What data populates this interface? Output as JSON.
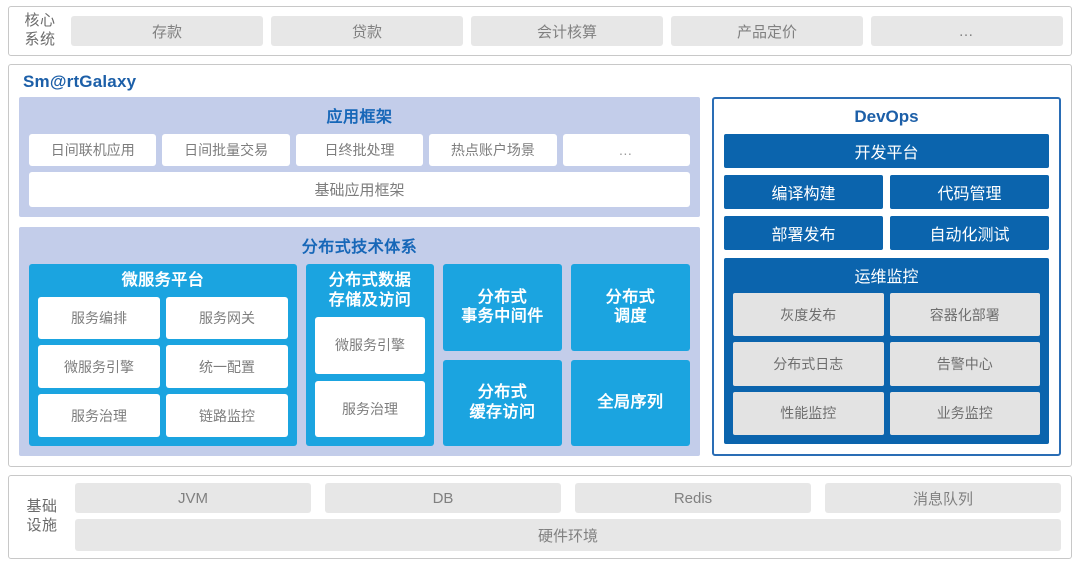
{
  "core_system": {
    "label": "核心\n系统",
    "label_line1": "核心",
    "label_line2": "系统",
    "items": [
      "存款",
      "贷款",
      "会计核算",
      "产品定价",
      "…"
    ]
  },
  "galaxy": {
    "title": "Sm@rtGalaxy",
    "app_framework": {
      "title": "应用框架",
      "items": [
        "日间联机应用",
        "日间批量交易",
        "日终批处理",
        "热点账户场景",
        "…"
      ],
      "base": "基础应用框架"
    },
    "dist_tech": {
      "title": "分布式技术体系",
      "microservice_platform": {
        "title": "微服务平台",
        "items": [
          "服务编排",
          "服务网关",
          "微服务引擎",
          "统一配置",
          "服务治理",
          "链路监控"
        ]
      },
      "dist_data_store": {
        "title": "分布式数据\n存储及访问",
        "title_line1": "分布式数据",
        "title_line2": "存储及访问",
        "items": [
          "微服务引擎",
          "服务治理"
        ]
      },
      "column3": [
        {
          "line1": "分布式",
          "line2": "事务中间件"
        },
        {
          "line1": "分布式",
          "line2": "缓存访问"
        }
      ],
      "column4": [
        {
          "line1": "分布式",
          "line2": "调度"
        },
        {
          "line1": "全局序列",
          "line2": ""
        }
      ]
    }
  },
  "devops": {
    "title": "DevOps",
    "platform": "开发平台",
    "items": [
      "编译构建",
      "代码管理",
      "部署发布",
      "自动化测试"
    ],
    "ops_monitor": {
      "title": "运维监控",
      "items": [
        "灰度发布",
        "容器化部署",
        "分布式日志",
        "告警中心",
        "性能监控",
        "业务监控"
      ]
    }
  },
  "infrastructure": {
    "label_line1": "基础",
    "label_line2": "设施",
    "items": [
      "JVM",
      "DB",
      "Redis",
      "消息队列"
    ],
    "hardware": "硬件环境"
  },
  "colors": {
    "accent_blue": "#1ba4e0",
    "dark_blue": "#0b64ad",
    "title_blue": "#1c5fa8",
    "lavender": "#c3cdea",
    "grey_chip": "#e7e7e7",
    "text_grey": "#808080"
  }
}
